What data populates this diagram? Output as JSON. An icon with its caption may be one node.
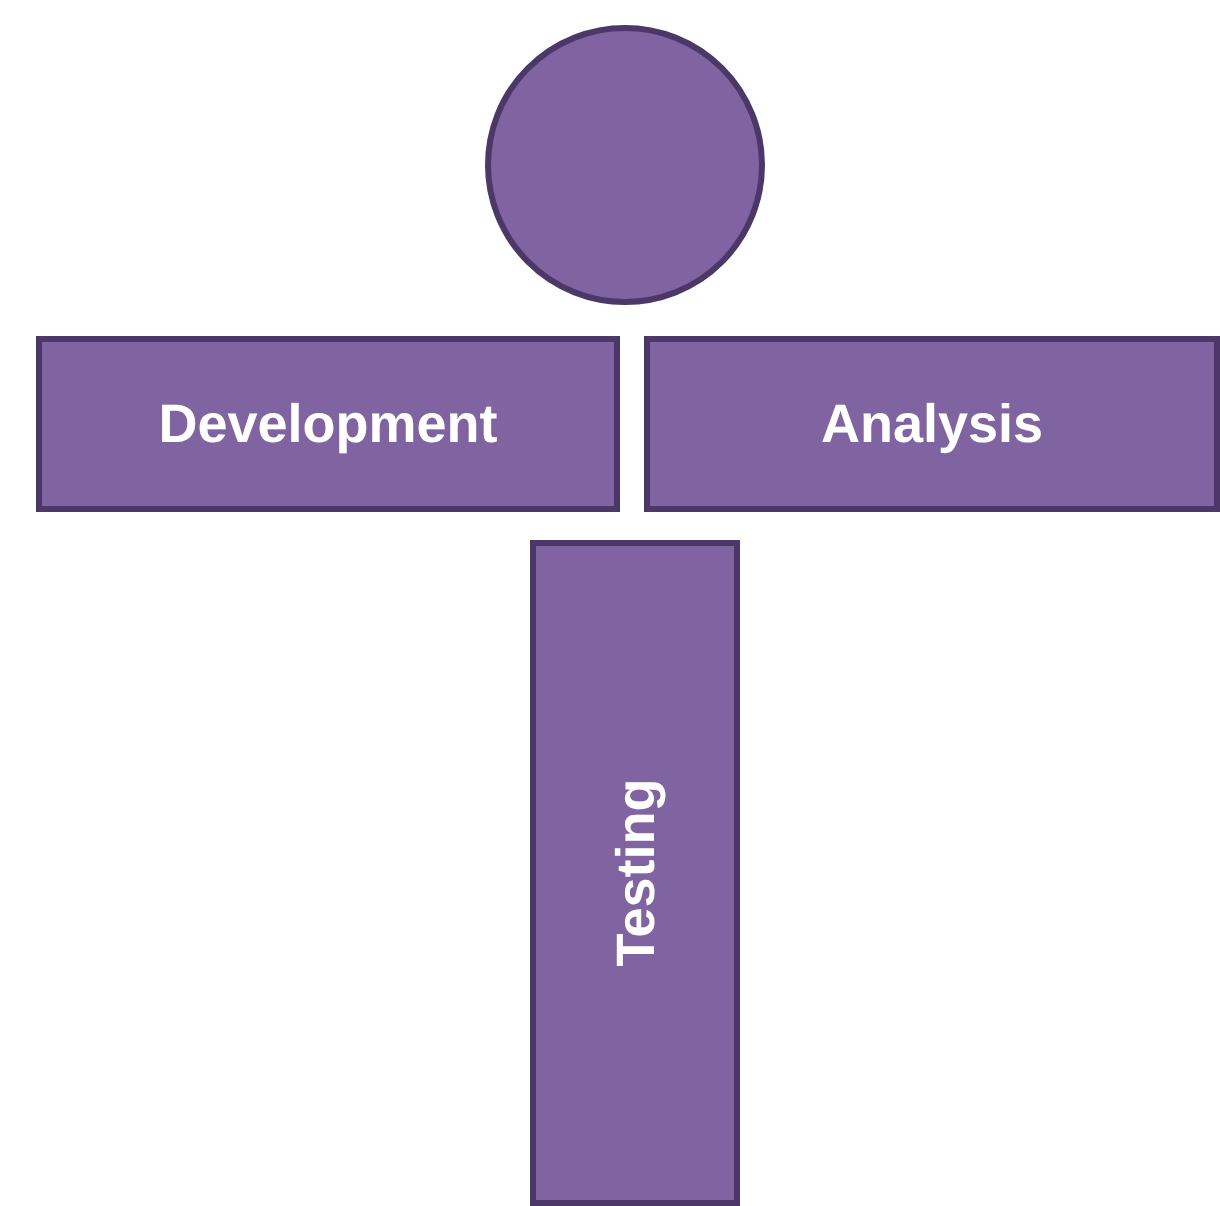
{
  "diagram": {
    "nodes": [
      {
        "text": [],
        "shape": "circle"
      },
      {
        "text": [
          "Development"
        ]
      },
      {
        "text": [
          "Analysis"
        ]
      },
      {
        "text": [
          "Testing"
        ]
      }
    ]
  }
}
